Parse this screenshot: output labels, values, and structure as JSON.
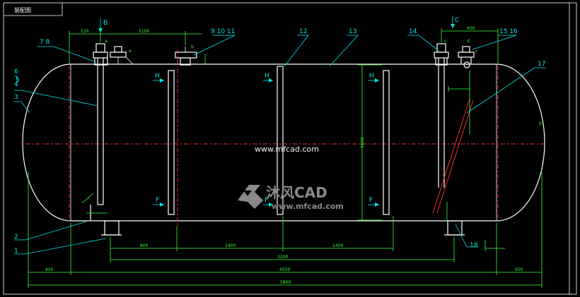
{
  "title_tab": "装配图",
  "section_letters": {
    "B": "B",
    "C": "C",
    "H": "H",
    "F": "F"
  },
  "part_numbers": {
    "p7_8": "7  8",
    "p9_10_11": "9  10  11",
    "p12": "12",
    "p13": "13",
    "p14": "14",
    "p15_16": "15  16",
    "p6": "6",
    "p4": "4",
    "p5": "5",
    "p3": "3",
    "p17": "17",
    "p2": "2",
    "p1": "1",
    "p18": "18"
  },
  "nozzle_marks": {
    "a": "a",
    "b": "b",
    "c": "c",
    "d": "d",
    "e": "e",
    "f": "f",
    "g": "g"
  },
  "dims": {
    "top_left": "120",
    "top_mid": "1100",
    "top_right": "600",
    "bot_1": "800",
    "bot_2": "1400",
    "bot_3": "1400",
    "total_supports": "3200",
    "shell": "4550",
    "overall": "5800",
    "end_left": "650",
    "end_right": "650",
    "height": "1600"
  },
  "watermark": {
    "url_center": "www.mfcad.com",
    "brand": "沐风CAD",
    "url_brand": "www.mfcad.com"
  },
  "icons": [
    "mfcad-logo-icon"
  ]
}
